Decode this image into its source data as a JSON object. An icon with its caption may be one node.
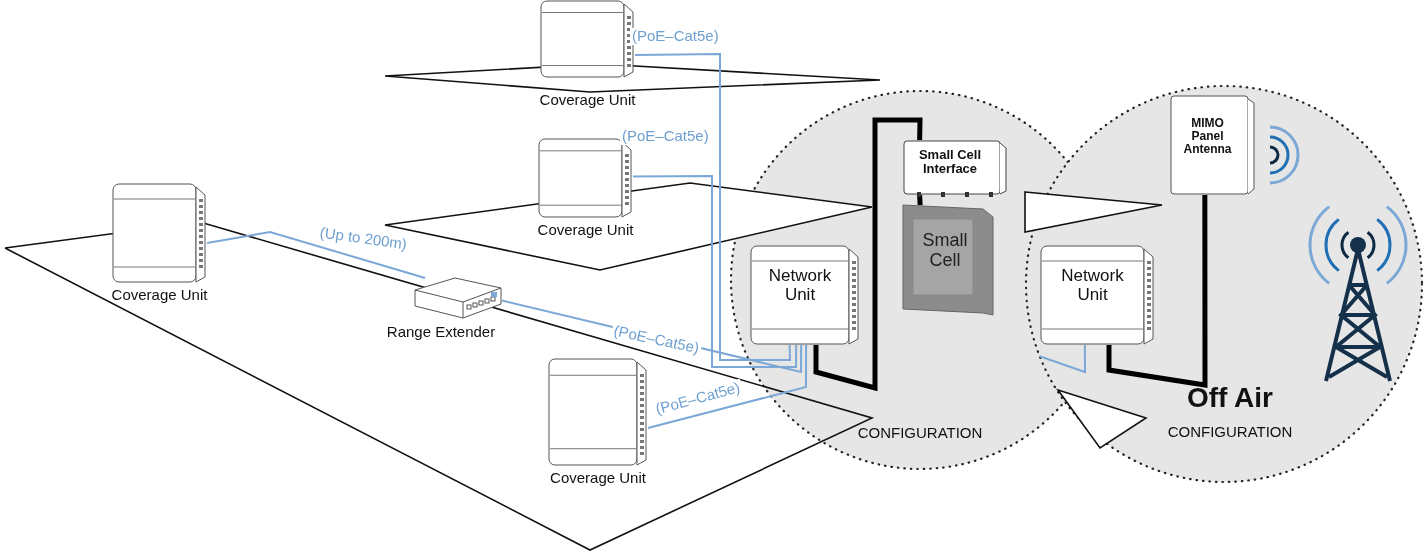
{
  "diagram": {
    "nodes": [
      {
        "text": [
          "Coverage Unit"
        ]
      },
      {
        "text": [
          "Coverage Unit"
        ]
      },
      {
        "text": [
          "Coverage Unit"
        ]
      },
      {
        "text": [
          "Range Extender"
        ]
      },
      {
        "text": [
          "Coverage Unit"
        ]
      },
      {
        "text": [
          "CONFIGURATION"
        ]
      },
      {
        "text": [
          "Network Unit"
        ],
        "in": 5
      },
      {
        "text": [
          "Small Cell Interface"
        ],
        "in": 5
      },
      {
        "text": [
          "Small Cell"
        ],
        "in": 5
      },
      {
        "text": [
          "Off Air",
          "CONFIGURATION"
        ]
      },
      {
        "text": [
          "Network Unit"
        ],
        "in": 9
      },
      {
        "text": [
          "MIMO Panel Antenna"
        ],
        "in": 9
      }
    ],
    "edges": [
      {
        "from": 0,
        "to": 6,
        "arrow": "none",
        "label": "(PoE–Cat5e)"
      },
      {
        "from": 1,
        "to": 6,
        "arrow": "none",
        "label": "(PoE–Cat5e)"
      },
      {
        "from": 2,
        "to": 3,
        "arrow": "none",
        "label": "(Up to 200m)"
      },
      {
        "from": 3,
        "to": 6,
        "arrow": "none",
        "label": "(PoE–Cat5e)"
      },
      {
        "from": 4,
        "to": 6,
        "arrow": "none",
        "label": "(PoE–Cat5e)"
      },
      {
        "from": 6,
        "to": 7,
        "arrow": "none",
        "style": "thick",
        "color": "#000000"
      },
      {
        "from": 7,
        "to": 8,
        "arrow": "none",
        "style": "thick",
        "color": "#000000"
      },
      {
        "from": 9,
        "to": 10,
        "arrow": "none"
      },
      {
        "from": 10,
        "to": 11,
        "arrow": "none",
        "style": "thick",
        "color": "#000000"
      }
    ]
  }
}
